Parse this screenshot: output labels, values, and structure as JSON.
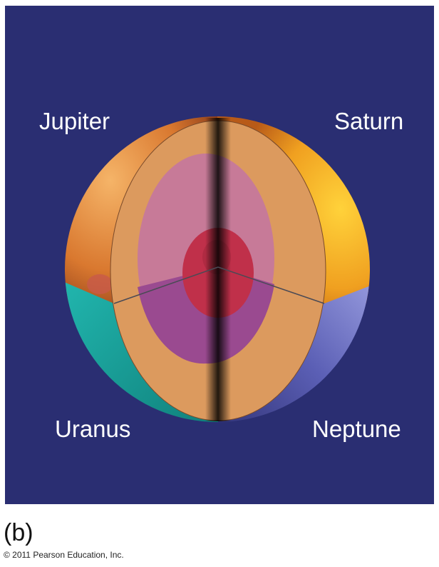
{
  "labels": {
    "jupiter": "Jupiter",
    "saturn": "Saturn",
    "uranus": "Uranus",
    "neptune": "Neptune"
  },
  "part_label": "(b)",
  "copyright": "© 2011 Pearson Education, Inc.",
  "colors": {
    "background": "#2a2e72",
    "jupiter": "#d9782f",
    "saturn": "#f0a020",
    "uranus": "#1aa9a3",
    "neptune": "#5b5fb5",
    "outer_layer": "#dc9a5e",
    "middle_layer_upper": "#c77a98",
    "middle_layer_lower": "#9a4a90",
    "core": "#c0304a"
  }
}
